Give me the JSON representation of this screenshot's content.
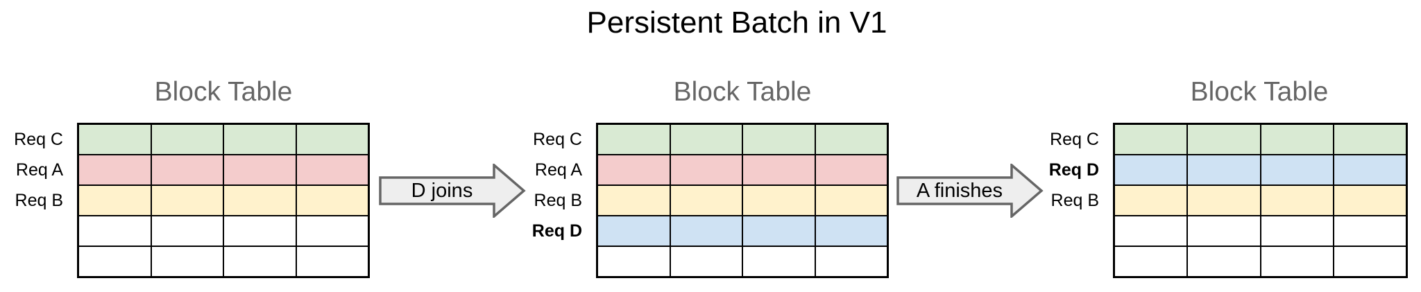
{
  "title": "Persistent Batch in V1",
  "colors": {
    "title_color": "#000000",
    "table_heading": "#666666",
    "cell_border": "#000000",
    "arrow_fill": "#eeeeee",
    "arrow_stroke": "#666666",
    "req_a": "#f4cccc",
    "req_b": "#fff2cc",
    "req_c": "#d9ead3",
    "req_d": "#cfe2f3"
  },
  "arrows": [
    {
      "label": "D joins"
    },
    {
      "label": "A finishes"
    }
  ],
  "tables": [
    {
      "title": "Block Table",
      "columns": 4,
      "rows": [
        {
          "label": "Req C",
          "weight": "normal",
          "color": "#d9ead3"
        },
        {
          "label": "Req A",
          "weight": "normal",
          "color": "#f4cccc"
        },
        {
          "label": "Req B",
          "weight": "normal",
          "color": "#fff2cc"
        },
        {
          "label": "",
          "weight": "normal",
          "color": "#ffffff"
        },
        {
          "label": "",
          "weight": "normal",
          "color": "#ffffff"
        }
      ]
    },
    {
      "title": "Block Table",
      "columns": 4,
      "rows": [
        {
          "label": "Req C",
          "weight": "normal",
          "color": "#d9ead3"
        },
        {
          "label": "Req A",
          "weight": "normal",
          "color": "#f4cccc"
        },
        {
          "label": "Req B",
          "weight": "normal",
          "color": "#fff2cc"
        },
        {
          "label": "Req D",
          "weight": "bold",
          "color": "#cfe2f3"
        },
        {
          "label": "",
          "weight": "normal",
          "color": "#ffffff"
        }
      ]
    },
    {
      "title": "Block Table",
      "columns": 4,
      "rows": [
        {
          "label": "Req C",
          "weight": "normal",
          "color": "#d9ead3"
        },
        {
          "label": "Req D",
          "weight": "bold",
          "color": "#cfe2f3"
        },
        {
          "label": "Req B",
          "weight": "normal",
          "color": "#fff2cc"
        },
        {
          "label": "",
          "weight": "normal",
          "color": "#ffffff"
        },
        {
          "label": "",
          "weight": "normal",
          "color": "#ffffff"
        }
      ]
    }
  ]
}
